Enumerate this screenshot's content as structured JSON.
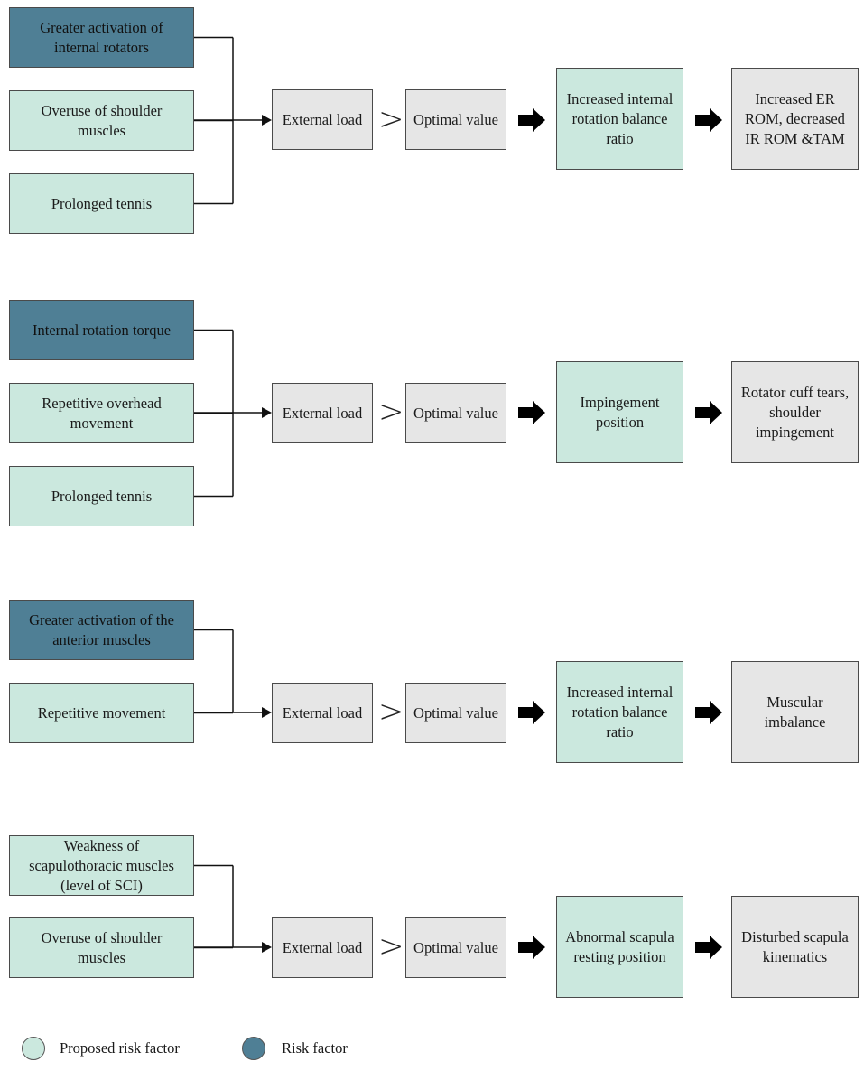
{
  "colors": {
    "risk_factor": "#4f7f95",
    "proposed_risk_factor": "#cbe8de",
    "neutral": "#e6e6e6"
  },
  "rows": [
    {
      "inputs": [
        {
          "label": "Greater activation of internal rotators",
          "kind": "risk"
        },
        {
          "label": "Overuse of shoulder muscles",
          "kind": "proposed"
        },
        {
          "label": "Prolonged tennis",
          "kind": "proposed"
        }
      ],
      "load": "External load",
      "comparator": ">",
      "optimal": "Optimal value",
      "mechanism": "Increased internal rotation balance ratio",
      "outcome": "Increased ER ROM, decreased IR ROM &TAM"
    },
    {
      "inputs": [
        {
          "label": "Internal rotation torque",
          "kind": "risk"
        },
        {
          "label": "Repetitive overhead movement",
          "kind": "proposed"
        },
        {
          "label": "Prolonged tennis",
          "kind": "proposed"
        }
      ],
      "load": "External load",
      "comparator": ">",
      "optimal": "Optimal value",
      "mechanism": "Impingement position",
      "outcome": "Rotator cuff tears, shoulder impingement"
    },
    {
      "inputs": [
        {
          "label": "Greater activation of the anterior muscles",
          "kind": "risk"
        },
        {
          "label": "Repetitive movement",
          "kind": "proposed"
        }
      ],
      "load": "External load",
      "comparator": ">",
      "optimal": "Optimal value",
      "mechanism": "Increased internal rotation balance ratio",
      "outcome": "Muscular imbalance"
    },
    {
      "inputs": [
        {
          "label": "Weakness of scapulothoracic muscles (level of SCI)",
          "kind": "proposed"
        },
        {
          "label": "Overuse of shoulder muscles",
          "kind": "proposed"
        }
      ],
      "load": "External load",
      "comparator": ">",
      "optimal": "Optimal value",
      "mechanism": "Abnormal scapula resting position",
      "outcome": "Disturbed scapula kinematics"
    }
  ],
  "legend": [
    {
      "label": "Proposed risk factor",
      "kind": "proposed"
    },
    {
      "label": "Risk factor",
      "kind": "risk"
    }
  ]
}
